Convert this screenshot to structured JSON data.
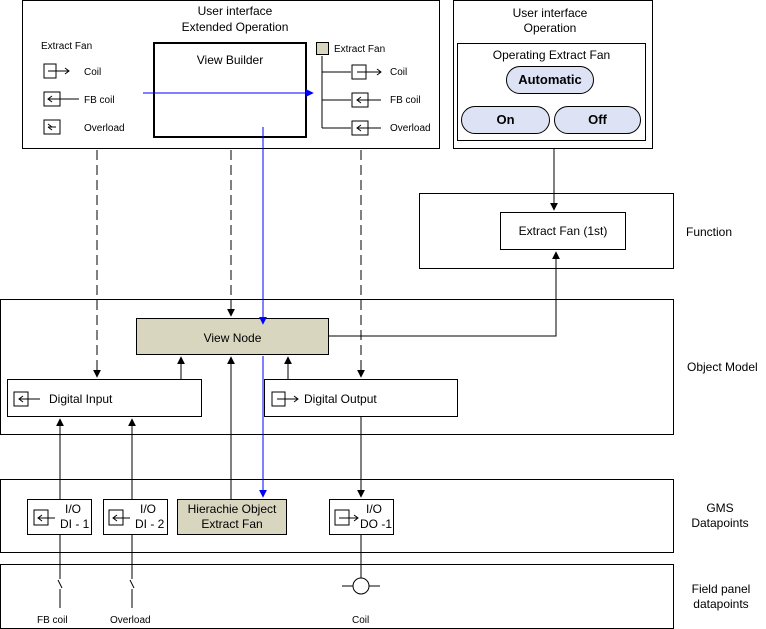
{
  "ui_extended": {
    "title_line1": "User interface",
    "title_line2": "Extended Operation",
    "left_header": "Extract Fan",
    "left_items": [
      "Coil",
      "FB coil",
      "Overload"
    ],
    "view_builder": "View Builder",
    "right_header": "Extract Fan",
    "right_items": [
      "Coil",
      "FB coil",
      "Overload"
    ]
  },
  "ui_operation": {
    "title_line1": "User interface",
    "title_line2": "Operation",
    "panel_title": "Operating Extract Fan",
    "buttons": [
      "Automatic",
      "On",
      "Off"
    ]
  },
  "function_box": {
    "label": "Extract Fan (1st)"
  },
  "object_model": {
    "view_node": "View Node",
    "digital_input": "Digital Input",
    "digital_output": "Digital Output"
  },
  "gms": {
    "di1_line1": "I/O",
    "di1_line2": "DI - 1",
    "di2_line1": "I/O",
    "di2_line2": "DI - 2",
    "hier_line1": "Hierachie Object",
    "hier_line2": "Extract Fan",
    "do1_line1": "I/O",
    "do1_line2": "DO -1"
  },
  "field": {
    "fb_coil": "FB coil",
    "overload": "Overload",
    "coil": "Coil"
  },
  "layer_labels": {
    "function": "Function",
    "object_model": "Object Model",
    "gms_line1": "GMS",
    "gms_line2": "Datapoints",
    "field_line1": "Field panel",
    "field_line2": "datapoints"
  },
  "colors": {
    "flow_line": "#0000ff",
    "object_fill": "#d9d6c0",
    "button_fill": "#dde3f5"
  }
}
